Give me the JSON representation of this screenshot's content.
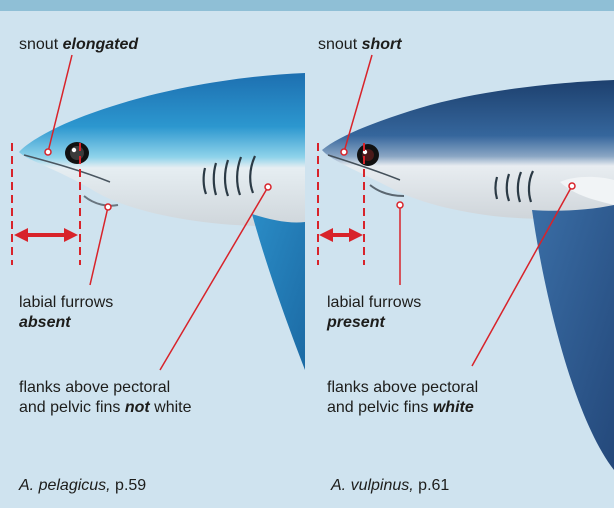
{
  "left": {
    "snout_prefix": "snout ",
    "snout_emph": "elongated",
    "labial_line1": "labial furrows",
    "labial_emph": "absent",
    "flanks_line1": "flanks above pectoral",
    "flanks_line2_prefix": "and pelvic fins ",
    "flanks_emph": "not",
    "flanks_suffix": " white",
    "species": "A. pelagicus,",
    "page": " p.59"
  },
  "right": {
    "snout_prefix": "snout ",
    "snout_emph": "short",
    "labial_line1": "labial furrows",
    "labial_emph": "present",
    "flanks_line1": "flanks above pectoral",
    "flanks_line2_prefix": "and pelvic fins ",
    "flanks_emph": "white",
    "species": "A. vulpinus,",
    "page": " p.61"
  },
  "colors": {
    "background": "#cfe3ef",
    "top_bar": "#8fbfd6",
    "pelagicus_body": "#2a8fc6",
    "vulpinus_body": "#2c5d94",
    "leader_line": "#d8232a",
    "measure_marker": "#d8232a"
  }
}
